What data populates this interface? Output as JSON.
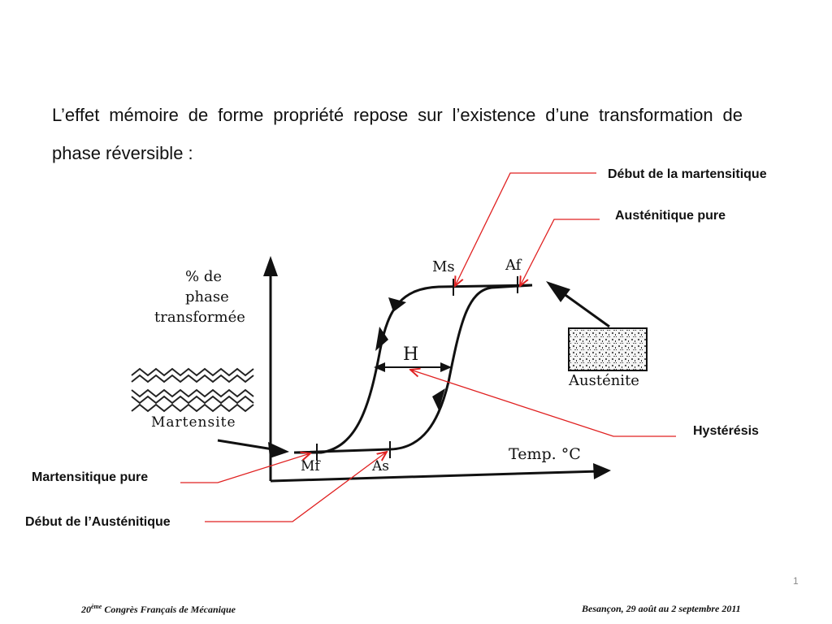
{
  "intro": {
    "line1": "L’effet mémoire de forme propriété repose sur l’existence d’une transformation de phase réversible :"
  },
  "labels": {
    "debut_martensitique": "Début de la martensitique",
    "austenitique_pure": "Austénitique pure",
    "hysteresis": "Hystérésis",
    "martensitique_pure": "Martensitique pure",
    "debut_austenitique": "Début de l’Austénitique"
  },
  "diagram": {
    "ylabel_1": "% de",
    "ylabel_2": "phase",
    "ylabel_3": "transformée",
    "xlabel": "Temp. °C",
    "martensite_label": "Martensite",
    "austenite_label": "Austénite",
    "mark_ms": "Ms",
    "mark_af": "Af",
    "mark_mf": "Mf",
    "mark_as": "As",
    "hysteresis_mark": "H"
  },
  "colors": {
    "callout": "#e02020",
    "ink": "#111111"
  },
  "page_number": "1",
  "footer": {
    "left_num": "20",
    "left_sup": "ème",
    "left_text": " Congrès Français de Mécanique",
    "right": "Besançon, 29 août au 2 septembre 2011"
  }
}
